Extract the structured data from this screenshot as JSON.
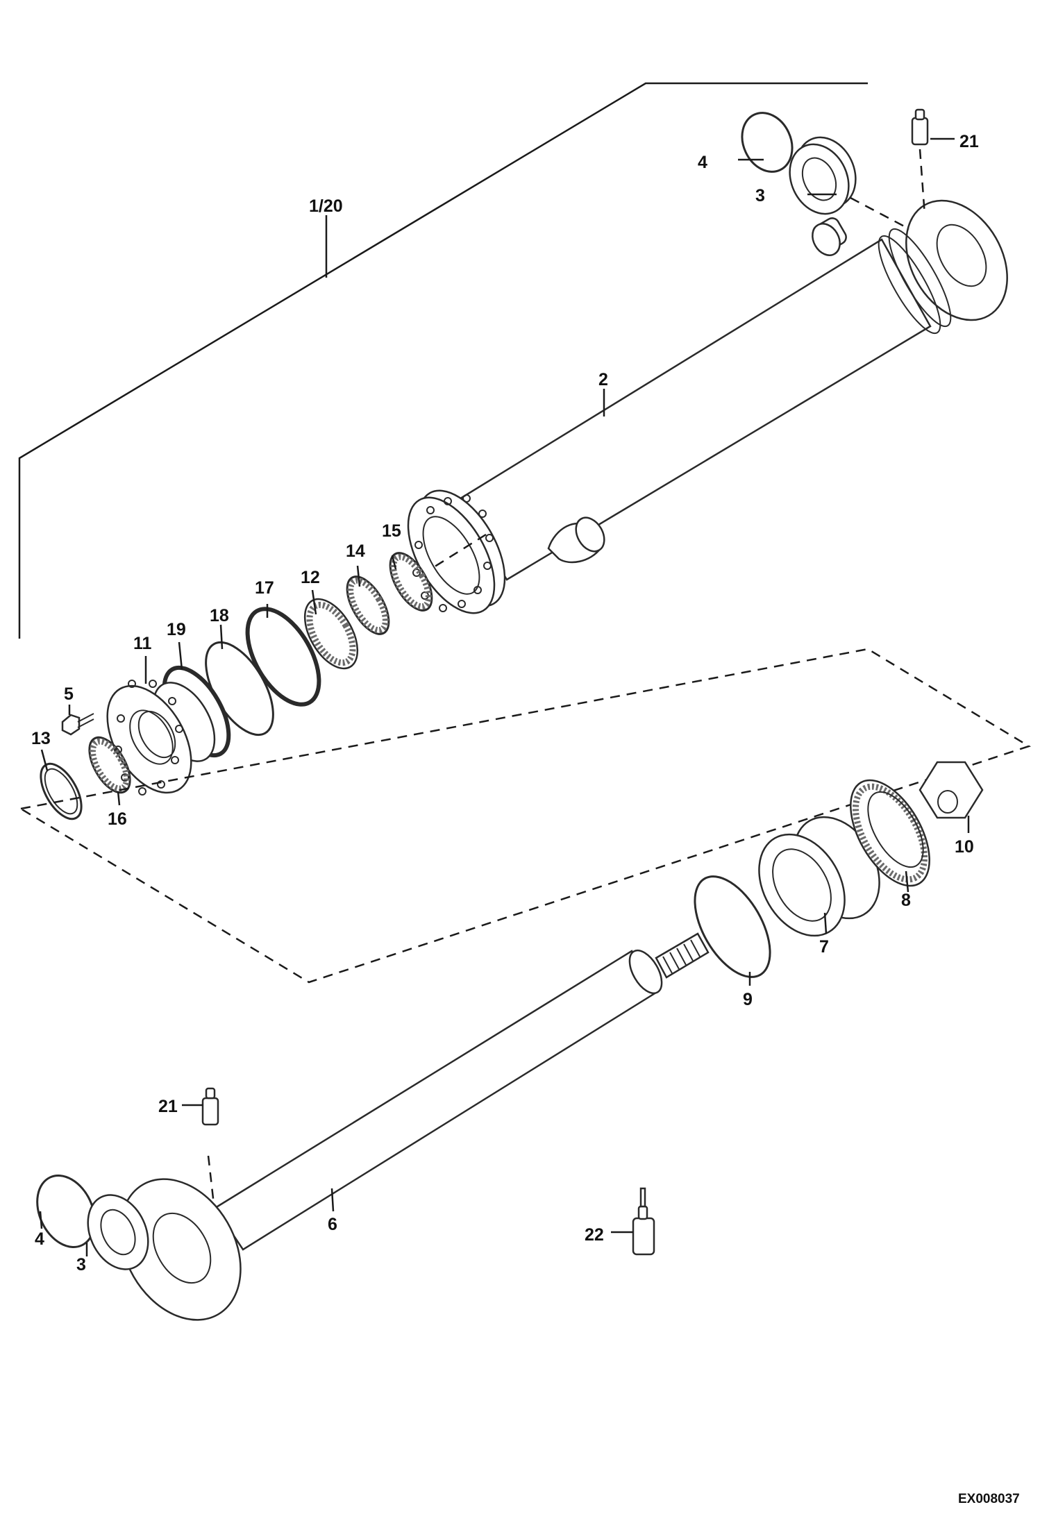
{
  "diagram": {
    "callouts": [
      {
        "id": "c-1-20",
        "text": "1/20"
      },
      {
        "id": "c-2",
        "text": "2"
      },
      {
        "id": "c-3-top",
        "text": "3"
      },
      {
        "id": "c-3-bottom",
        "text": "3"
      },
      {
        "id": "c-4-top",
        "text": "4"
      },
      {
        "id": "c-4-bottom",
        "text": "4"
      },
      {
        "id": "c-5",
        "text": "5"
      },
      {
        "id": "c-6",
        "text": "6"
      },
      {
        "id": "c-7",
        "text": "7"
      },
      {
        "id": "c-8",
        "text": "8"
      },
      {
        "id": "c-9",
        "text": "9"
      },
      {
        "id": "c-10",
        "text": "10"
      },
      {
        "id": "c-11",
        "text": "11"
      },
      {
        "id": "c-12",
        "text": "12"
      },
      {
        "id": "c-13",
        "text": "13"
      },
      {
        "id": "c-14",
        "text": "14"
      },
      {
        "id": "c-15",
        "text": "15"
      },
      {
        "id": "c-16",
        "text": "16"
      },
      {
        "id": "c-17",
        "text": "17"
      },
      {
        "id": "c-18",
        "text": "18"
      },
      {
        "id": "c-19",
        "text": "19"
      },
      {
        "id": "c-21-top",
        "text": "21"
      },
      {
        "id": "c-21-bottom",
        "text": "21"
      },
      {
        "id": "c-22",
        "text": "22"
      }
    ],
    "reference_code": "EX008037"
  }
}
